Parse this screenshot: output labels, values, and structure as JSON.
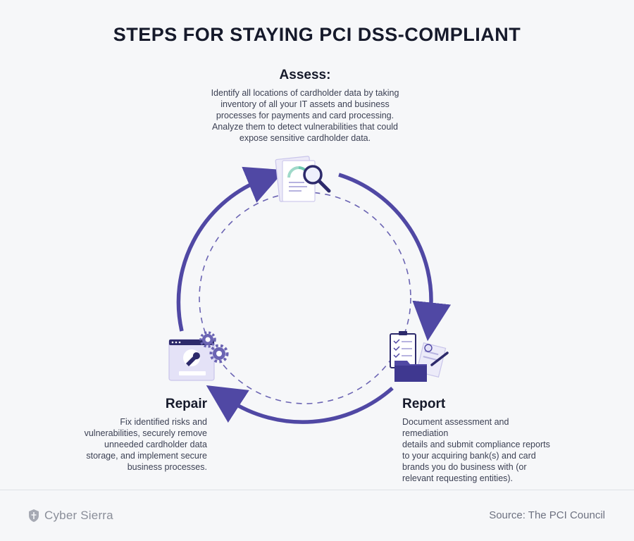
{
  "title": "STEPS FOR STAYING PCI DSS-COMPLIANT",
  "steps": {
    "assess": {
      "heading": "Assess:",
      "lines": [
        "Identify all locations of cardholder data by taking",
        "inventory of all your IT assets and business",
        "processes for payments and card processing.",
        "Analyze them to detect vulnerabilities that could",
        "expose sensitive cardholder data."
      ]
    },
    "report": {
      "heading": "Report",
      "lines": [
        "Document assessment and remediation",
        "details and submit compliance reports",
        "to your acquiring bank(s) and card",
        "brands you do business with (or",
        "relevant requesting entities)."
      ]
    },
    "repair": {
      "heading": "Repair",
      "lines": [
        "Fix identified risks and",
        "vulnerabilities, securely remove",
        "unneeded cardholder data",
        "storage, and implement secure",
        "business processes."
      ]
    }
  },
  "footer": {
    "brand": "Cyber Sierra",
    "source": "Source: The PCI Council"
  },
  "colors": {
    "arrow": "#5048a4",
    "dashed": "#6b64b3",
    "icon_light": "#e4e2f7",
    "icon_dark": "#2d2a6b",
    "icon_accent": "#6fc9b1"
  },
  "icons": {
    "assess": "report-magnifier-icon",
    "report": "clipboard-folder-icon",
    "repair": "wrench-gear-icon",
    "brand": "shield-icon"
  }
}
